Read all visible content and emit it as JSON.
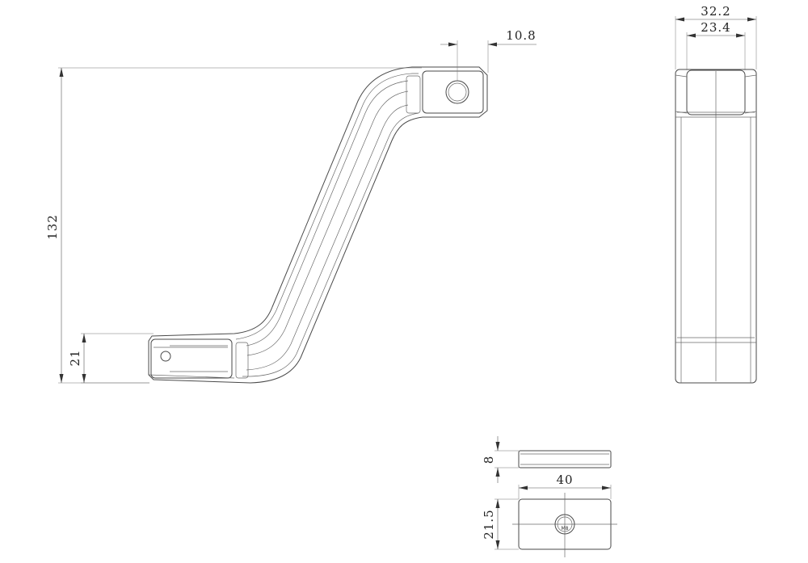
{
  "drawing": {
    "dimensions": {
      "handle_total_height": "132",
      "foot_height": "21",
      "hole_offset": "10.8",
      "outer_width": "32.2",
      "inner_width": "23.4",
      "nut_thickness": "8",
      "nut_length": "40",
      "nut_width": "21.5"
    },
    "thread_label": "M8"
  }
}
